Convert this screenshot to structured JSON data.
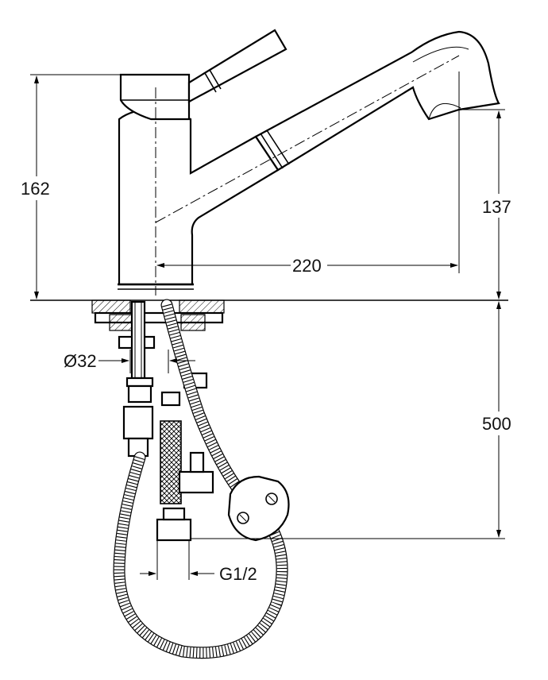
{
  "drawing": {
    "stroke_color": "#000000",
    "background_color": "#ffffff"
  },
  "dimensions": {
    "height_total": "162",
    "spout_height": "137",
    "spout_reach": "220",
    "base_diameter": "Ø32",
    "hose_length": "500",
    "connection_thread": "G1/2"
  }
}
